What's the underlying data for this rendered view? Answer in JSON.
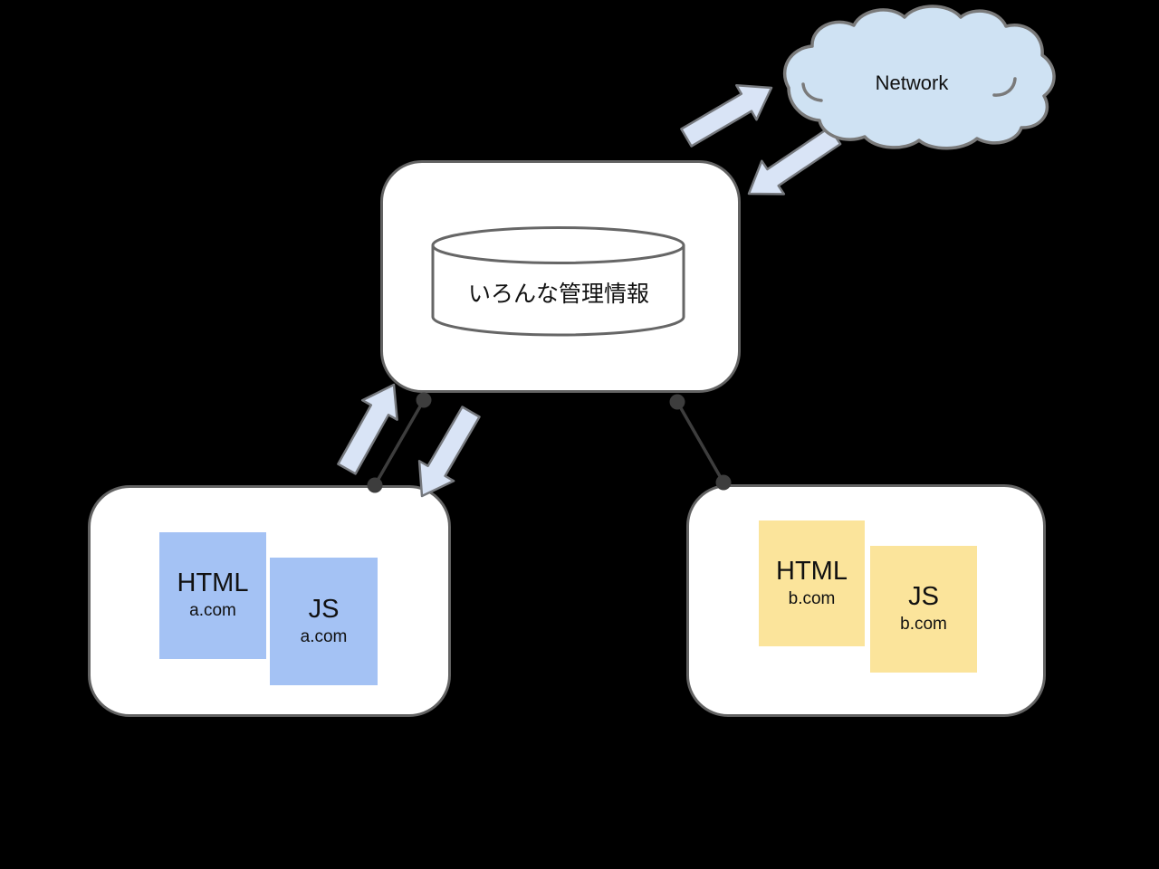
{
  "cloud": {
    "label": "Network"
  },
  "datastore": {
    "label": "いろんな管理情報"
  },
  "site_a": {
    "files": [
      {
        "name": "HTML",
        "origin": "a.com"
      },
      {
        "name": "JS",
        "origin": "a.com"
      }
    ]
  },
  "site_b": {
    "files": [
      {
        "name": "HTML",
        "origin": "b.com"
      },
      {
        "name": "JS",
        "origin": "b.com"
      }
    ]
  },
  "colors": {
    "background": "#000000",
    "box_fill": "#FFFFFF",
    "box_border": "#636363",
    "site_a_file": "#A4C2F4",
    "site_b_file": "#FBE49B",
    "cloud_fill": "#CFE2F3",
    "cloud_border": "#7A7A7A",
    "arrow_fill": "#D9E4F6",
    "arrow_border": "#76797E",
    "connector": "#3D3D3D",
    "cylinder_border": "#666666",
    "text": "#111111"
  }
}
